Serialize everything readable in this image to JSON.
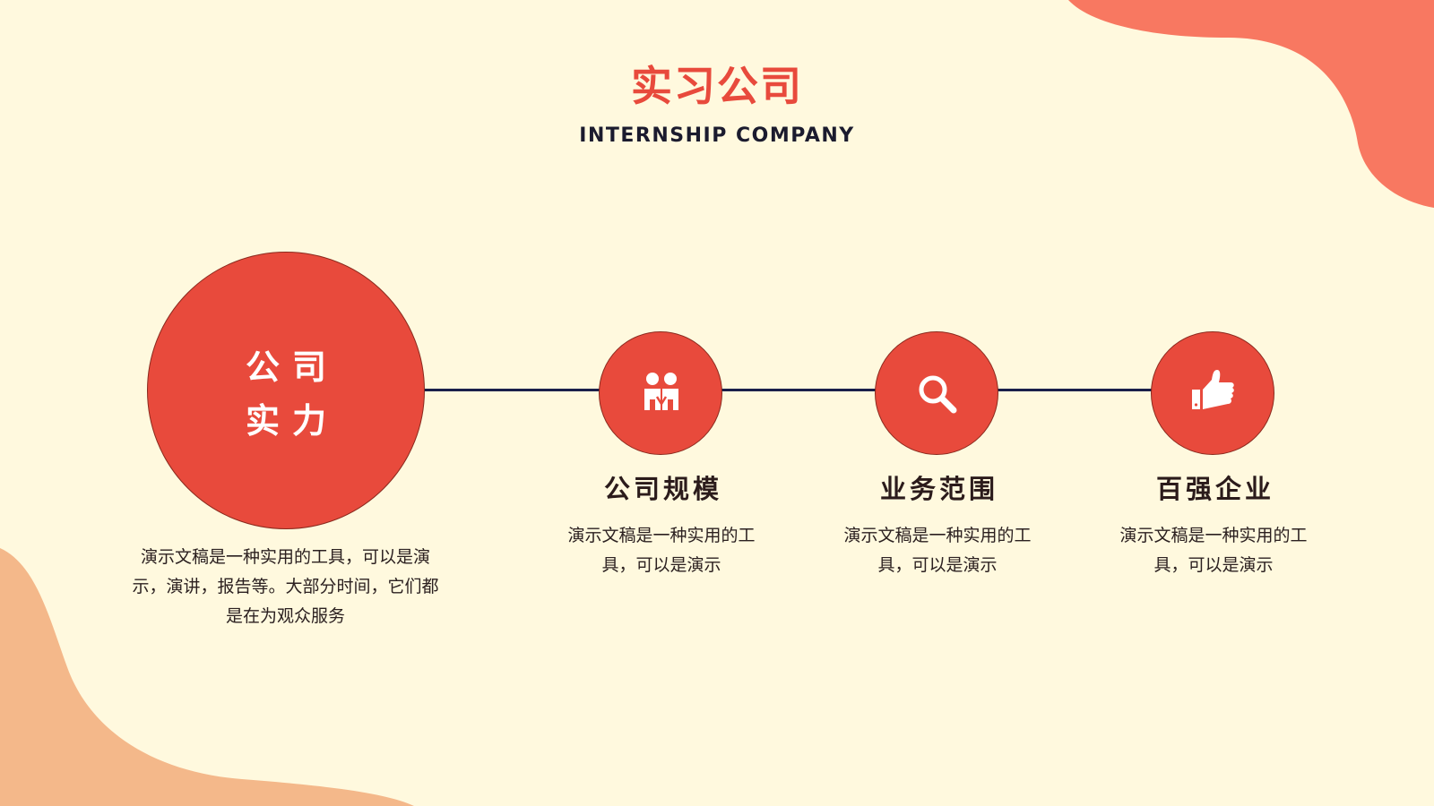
{
  "colors": {
    "background": "#FFF9DE",
    "accent": "#E84A3C",
    "blob_top_right": "#F87861",
    "blob_bottom_left": "#F4B88A",
    "connector": "#1A1F4A",
    "title_text": "#E84A3C",
    "dark_text": "#2B1B1B"
  },
  "header": {
    "title": "实习公司",
    "subtitle": "INTERNSHIP COMPANY"
  },
  "main_circle": {
    "line1": "公司",
    "line2": "实力",
    "description": "演示文稿是一种实用的工具，可以是演示，演讲，报告等。大部分时间，它们都是在为观众服务"
  },
  "steps": [
    {
      "icon": "people-icon",
      "title": "公司规模",
      "description": "演示文稿是一种实用的工具，可以是演示"
    },
    {
      "icon": "search-icon",
      "title": "业务范围",
      "description": "演示文稿是一种实用的工具，可以是演示"
    },
    {
      "icon": "thumbs-up-icon",
      "title": "百强企业",
      "description": "演示文稿是一种实用的工具，可以是演示"
    }
  ]
}
